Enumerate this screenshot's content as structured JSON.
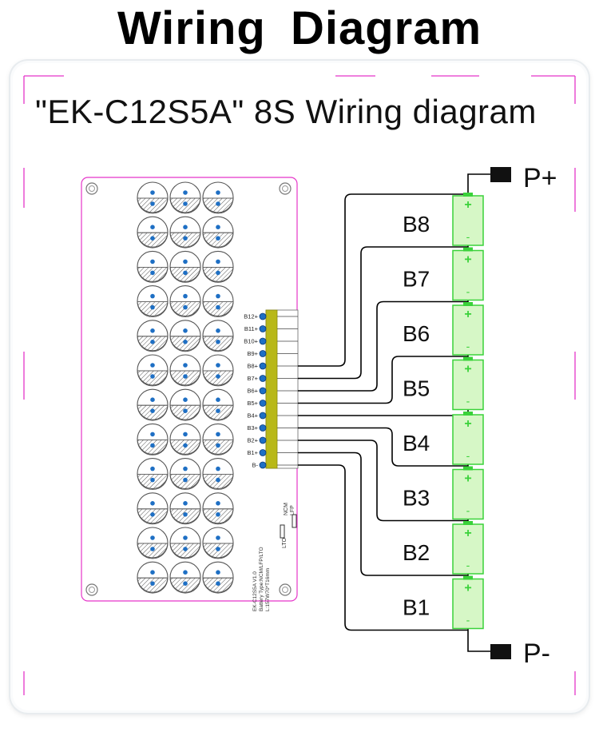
{
  "title": "Wiring  Diagram",
  "subtitle": "\"EK-C12S5A\"  8S Wiring diagram",
  "colors": {
    "pink": "#e535c9",
    "green_fill": "#d6f7c6",
    "green_stroke": "#3ad23a",
    "terminal_block": "#b8b818",
    "pin_blue": "#1e6fc4",
    "wire": "#000000"
  },
  "board": {
    "pins": [
      "B12+",
      "B11+",
      "B10+",
      "B9+",
      "B8+",
      "B7+",
      "B6+",
      "B5+",
      "B4+",
      "B3+",
      "B2+",
      "B1+",
      "B-"
    ],
    "switch_labels": [
      "NCM",
      "LFP",
      "LTO"
    ],
    "board_text": [
      "EK-C12S5A V1.0",
      "Battery Type:NCM/LFP/LTO",
      "L:157W70*T16mm"
    ]
  },
  "batteries": [
    {
      "label": "B8",
      "plus": "+",
      "minus": "-"
    },
    {
      "label": "B7",
      "plus": "+",
      "minus": "-"
    },
    {
      "label": "B6",
      "plus": "+",
      "minus": "-"
    },
    {
      "label": "B5",
      "plus": "+",
      "minus": "-"
    },
    {
      "label": "B4",
      "plus": "+",
      "minus": "-"
    },
    {
      "label": "B3",
      "plus": "+",
      "minus": "-"
    },
    {
      "label": "B2",
      "plus": "+",
      "minus": "-"
    },
    {
      "label": "B1",
      "plus": "+",
      "minus": "-"
    }
  ],
  "terminals": {
    "positive": "P+",
    "negative": "P-"
  }
}
